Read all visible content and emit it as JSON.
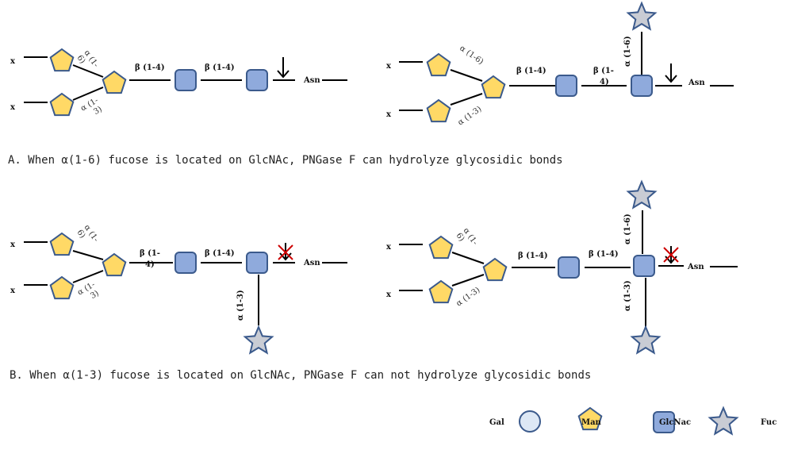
{
  "colors": {
    "man": "#ffd966",
    "glcnac": "#8faadc",
    "fuc": "#c9ccd4",
    "gal": "#dde8f5",
    "outline": "#3b5a8c",
    "cross": "#cc0000"
  },
  "labels": {
    "x": "x",
    "asn": "Asn",
    "b14": "β (1-4)",
    "b14_wrap_a": "β (1-",
    "b14_wrap_b": "4)",
    "a16": "α (1-6)",
    "a13": "α (1-3)",
    "a16_wrap_a": "α (1-",
    "a16_wrap_b": "6)",
    "a13_wrap_a": "α (1-",
    "a13_wrap_b": "3)"
  },
  "captions": {
    "a": "A. When α(1-6) fucose is located on GlcNAc, PNGase F can hydrolyze glycosidic bonds",
    "b": "B. When α(1-3) fucose is located on GlcNAc, PNGase F can not hydrolyze glycosidic bonds"
  },
  "legend": {
    "gal": "Gal",
    "man": "Man",
    "glcnac": "GlcNac",
    "fuc": "Fuc"
  }
}
